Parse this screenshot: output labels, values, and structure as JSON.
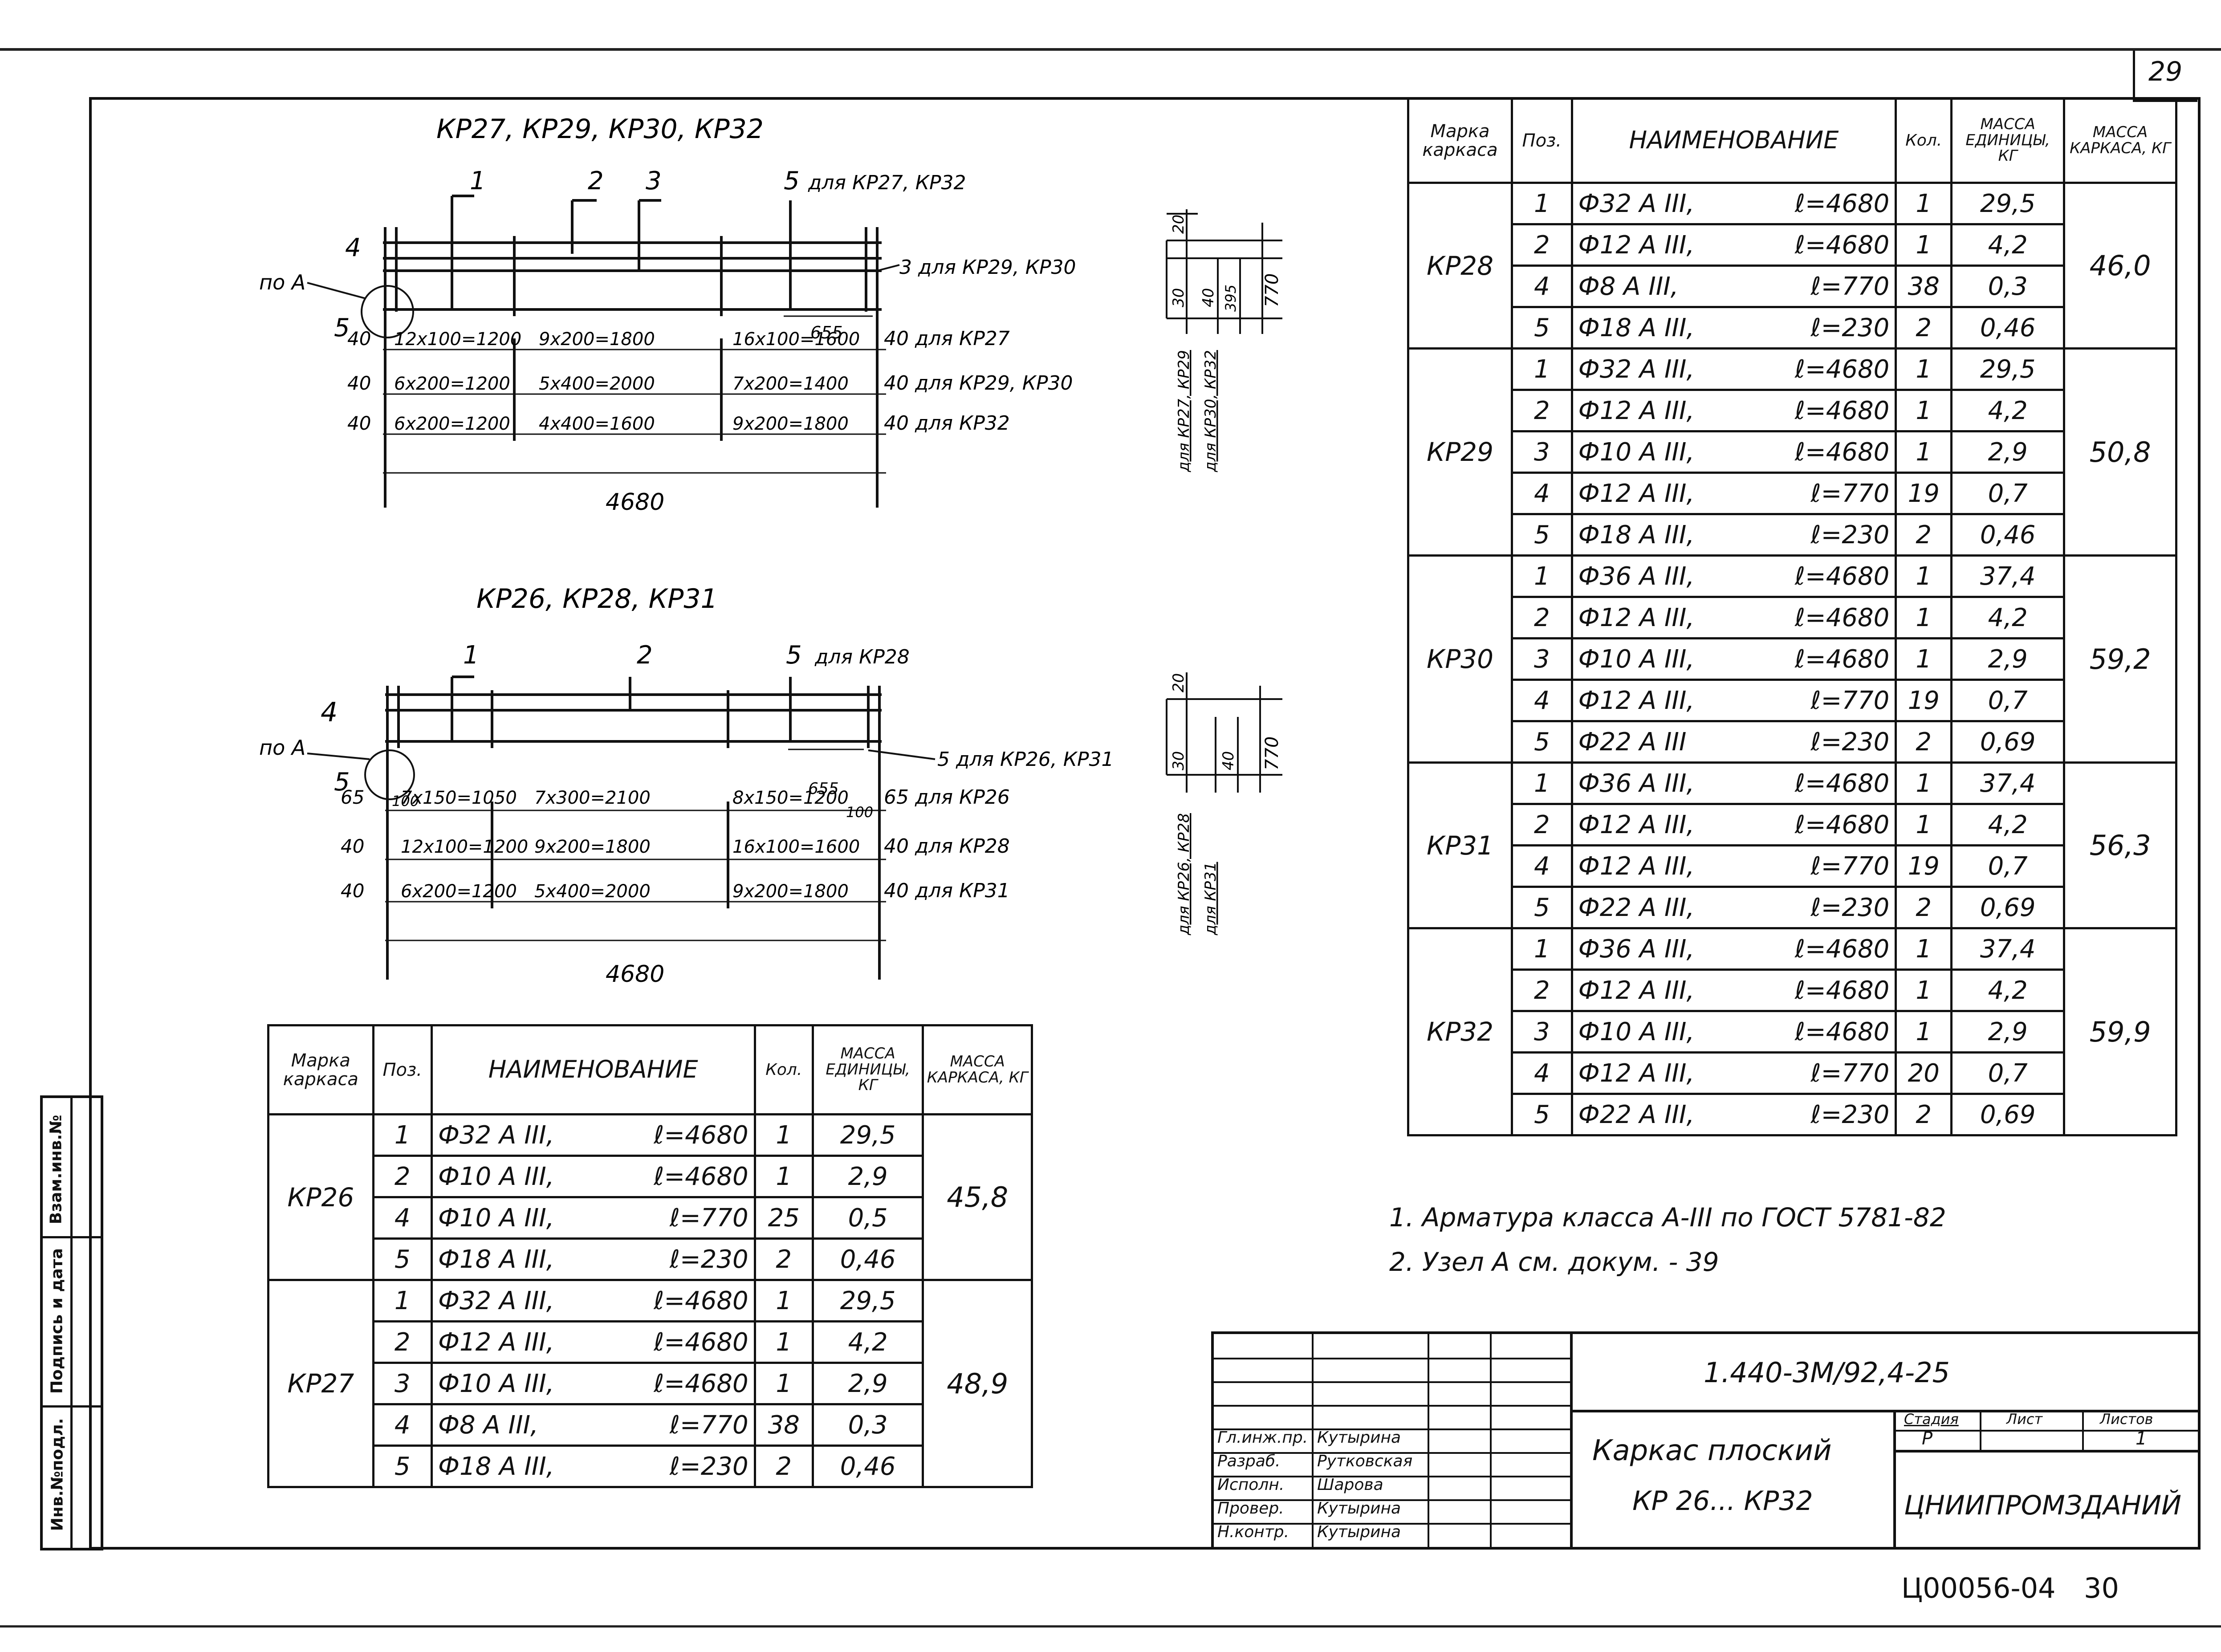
{
  "page_number": "29",
  "top_table": {
    "headers": [
      "Марка каркаса",
      "Поз.",
      "НАИМЕНОВАНИЕ",
      "Кол.",
      "МАССА ЕДИНИЦЫ, КГ",
      "МАССА КАРКАСА, КГ"
    ],
    "groups": [
      {
        "mark": "КР28",
        "mass": "46,0",
        "rows": [
          {
            "pos": "1",
            "name": "Ф32 А III,",
            "len": "ℓ=4680",
            "qty": "1",
            "unit": "29,5"
          },
          {
            "pos": "2",
            "name": "Ф12 А III,",
            "len": "ℓ=4680",
            "qty": "1",
            "unit": "4,2"
          },
          {
            "pos": "4",
            "name": "Ф8 А III,",
            "len": "ℓ=770",
            "qty": "38",
            "unit": "0,3"
          },
          {
            "pos": "5",
            "name": "Ф18 А III,",
            "len": "ℓ=230",
            "qty": "2",
            "unit": "0,46"
          }
        ]
      },
      {
        "mark": "КР29",
        "mass": "50,8",
        "rows": [
          {
            "pos": "1",
            "name": "Ф32 А III,",
            "len": "ℓ=4680",
            "qty": "1",
            "unit": "29,5"
          },
          {
            "pos": "2",
            "name": "Ф12 А III,",
            "len": "ℓ=4680",
            "qty": "1",
            "unit": "4,2"
          },
          {
            "pos": "3",
            "name": "Ф10 А III,",
            "len": "ℓ=4680",
            "qty": "1",
            "unit": "2,9"
          },
          {
            "pos": "4",
            "name": "Ф12 А III,",
            "len": "ℓ=770",
            "qty": "19",
            "unit": "0,7"
          },
          {
            "pos": "5",
            "name": "Ф18 А III,",
            "len": "ℓ=230",
            "qty": "2",
            "unit": "0,46"
          }
        ]
      },
      {
        "mark": "КР30",
        "mass": "59,2",
        "rows": [
          {
            "pos": "1",
            "name": "Ф36 А III,",
            "len": "ℓ=4680",
            "qty": "1",
            "unit": "37,4"
          },
          {
            "pos": "2",
            "name": "Ф12 А III,",
            "len": "ℓ=4680",
            "qty": "1",
            "unit": "4,2"
          },
          {
            "pos": "3",
            "name": "Ф10 А III,",
            "len": "ℓ=4680",
            "qty": "1",
            "unit": "2,9"
          },
          {
            "pos": "4",
            "name": "Ф12 А III,",
            "len": "ℓ=770",
            "qty": "19",
            "unit": "0,7"
          },
          {
            "pos": "5",
            "name": "Ф22 А III",
            "len": "ℓ=230",
            "qty": "2",
            "unit": "0,69"
          }
        ]
      },
      {
        "mark": "КР31",
        "mass": "56,3",
        "rows": [
          {
            "pos": "1",
            "name": "Ф36 А III,",
            "len": "ℓ=4680",
            "qty": "1",
            "unit": "37,4"
          },
          {
            "pos": "2",
            "name": "Ф12 А III,",
            "len": "ℓ=4680",
            "qty": "1",
            "unit": "4,2"
          },
          {
            "pos": "4",
            "name": "Ф12 А III,",
            "len": "ℓ=770",
            "qty": "19",
            "unit": "0,7"
          },
          {
            "pos": "5",
            "name": "Ф22 А III,",
            "len": "ℓ=230",
            "qty": "2",
            "unit": "0,69"
          }
        ]
      },
      {
        "mark": "КР32",
        "mass": "59,9",
        "rows": [
          {
            "pos": "1",
            "name": "Ф36 А III,",
            "len": "ℓ=4680",
            "qty": "1",
            "unit": "37,4"
          },
          {
            "pos": "2",
            "name": "Ф12 А III,",
            "len": "ℓ=4680",
            "qty": "1",
            "unit": "4,2"
          },
          {
            "pos": "3",
            "name": "Ф10 А III,",
            "len": "ℓ=4680",
            "qty": "1",
            "unit": "2,9"
          },
          {
            "pos": "4",
            "name": "Ф12 А III,",
            "len": "ℓ=770",
            "qty": "20",
            "unit": "0,7"
          },
          {
            "pos": "5",
            "name": "Ф22 А III,",
            "len": "ℓ=230",
            "qty": "2",
            "unit": "0,69"
          }
        ]
      }
    ]
  },
  "bottom_table": {
    "headers": [
      "Марка каркаса",
      "Поз.",
      "НАИМЕНОВАНИЕ",
      "Кол.",
      "МАССА ЕДИНИЦЫ, КГ",
      "МАССА КАРКАСА, КГ"
    ],
    "groups": [
      {
        "mark": "КР26",
        "mass": "45,8",
        "rows": [
          {
            "pos": "1",
            "name": "Ф32 А III,",
            "len": "ℓ=4680",
            "qty": "1",
            "unit": "29,5"
          },
          {
            "pos": "2",
            "name": "Ф10 А III,",
            "len": "ℓ=4680",
            "qty": "1",
            "unit": "2,9"
          },
          {
            "pos": "4",
            "name": "Ф10 А III,",
            "len": "ℓ=770",
            "qty": "25",
            "unit": "0,5"
          },
          {
            "pos": "5",
            "name": "Ф18 А III,",
            "len": "ℓ=230",
            "qty": "2",
            "unit": "0,46"
          }
        ]
      },
      {
        "mark": "КР27",
        "mass": "48,9",
        "rows": [
          {
            "pos": "1",
            "name": "Ф32 А III,",
            "len": "ℓ=4680",
            "qty": "1",
            "unit": "29,5"
          },
          {
            "pos": "2",
            "name": "Ф12 А III,",
            "len": "ℓ=4680",
            "qty": "1",
            "unit": "4,2"
          },
          {
            "pos": "3",
            "name": "Ф10 А III,",
            "len": "ℓ=4680",
            "qty": "1",
            "unit": "2,9"
          },
          {
            "pos": "4",
            "name": "Ф8 А III,",
            "len": "ℓ=770",
            "qty": "38",
            "unit": "0,3"
          },
          {
            "pos": "5",
            "name": "Ф18 А III,",
            "len": "ℓ=230",
            "qty": "2",
            "unit": "0,46"
          }
        ]
      }
    ]
  },
  "drawing_top": {
    "title": "КР27, КР29, КР30, КР32",
    "labels": {
      "pos1": "1",
      "pos2": "2",
      "pos3": "3",
      "pos5": "5",
      "pos5_note": "для КР27, КР32",
      "pos4": "4",
      "pos5_left": "5",
      "node": "по А",
      "pos3_note": "3 для КР29, КР30",
      "dim655": "655",
      "total": "4680"
    },
    "rows": [
      {
        "left": "40",
        "a": "12х100=1200",
        "b": "9х200=1800",
        "c": "16х100=1600",
        "right": "40 для КР27"
      },
      {
        "left": "40",
        "a": "6х200=1200",
        "b": "5х400=2000",
        "c": "7х200=1400",
        "right": "40 для КР29, КР30"
      },
      {
        "left": "40",
        "a": "6х200=1200",
        "b": "4х400=1600",
        "c": "9х200=1800",
        "right": "40 для КР32"
      }
    ]
  },
  "drawing_bottom": {
    "title": "КР26, КР28, КР31",
    "labels": {
      "pos1": "1",
      "pos2": "2",
      "pos5": "5",
      "pos5_note": "для КР28",
      "pos4": "4",
      "pos5_left": "5",
      "node": "по А",
      "pos5_right": "5 для КР26, КР31",
      "dim655": "655",
      "dim100a": "100",
      "dim100b": "100",
      "total": "4680"
    },
    "rows": [
      {
        "left": "65",
        "a": "7х150=1050",
        "b": "7х300=2100",
        "c": "8х150=1200",
        "right": "65 для КР26"
      },
      {
        "left": "40",
        "a": "12х100=1200",
        "b": "9х200=1800",
        "c": "16х100=1600",
        "right": "40 для КР28"
      },
      {
        "left": "40",
        "a": "6х200=1200",
        "b": "5х400=2000",
        "c": "9х200=1800",
        "right": "40 для КР31"
      }
    ]
  },
  "section_top": {
    "d20": "20",
    "d30": "30",
    "d40": "40",
    "d395": "395",
    "d770": "770",
    "note1": "для КР27, КР29",
    "note2": "для КР30, КР32"
  },
  "section_bottom": {
    "d20": "20",
    "d30": "30",
    "d40": "40",
    "d770": "770",
    "note1": "для КР26, КР28",
    "note2": "для КР31"
  },
  "notes": [
    "1. Арматура класса А-III по ГОСТ 5781-82",
    "2. Узел А см. докум. - 39"
  ],
  "title_block": {
    "code": "1.440-3М/92,4-25",
    "name_line1": "Каркас плоский",
    "name_line2": "КР 26... КР32",
    "stage_label": "Стадия",
    "sheet_label": "Лист",
    "sheets_label": "Листов",
    "stage": "Р",
    "sheet": "",
    "sheets": "1",
    "org": "ЦНИИПРОМЗДАНИЙ",
    "people": [
      {
        "role": "Гл.инж.пр.",
        "name": "Кутырина"
      },
      {
        "role": "Разраб.",
        "name": "Рутковская"
      },
      {
        "role": "Исполн.",
        "name": "Шарова"
      },
      {
        "role": "Провер.",
        "name": "Кутырина"
      },
      {
        "role": "Н.контр.",
        "name": "Кутырина"
      }
    ]
  },
  "side_stamp": [
    "Инв.№подл.",
    "Подпись и дата",
    "Взам.инв.№"
  ],
  "footer": {
    "code": "Ц00056-04",
    "num": "30"
  }
}
